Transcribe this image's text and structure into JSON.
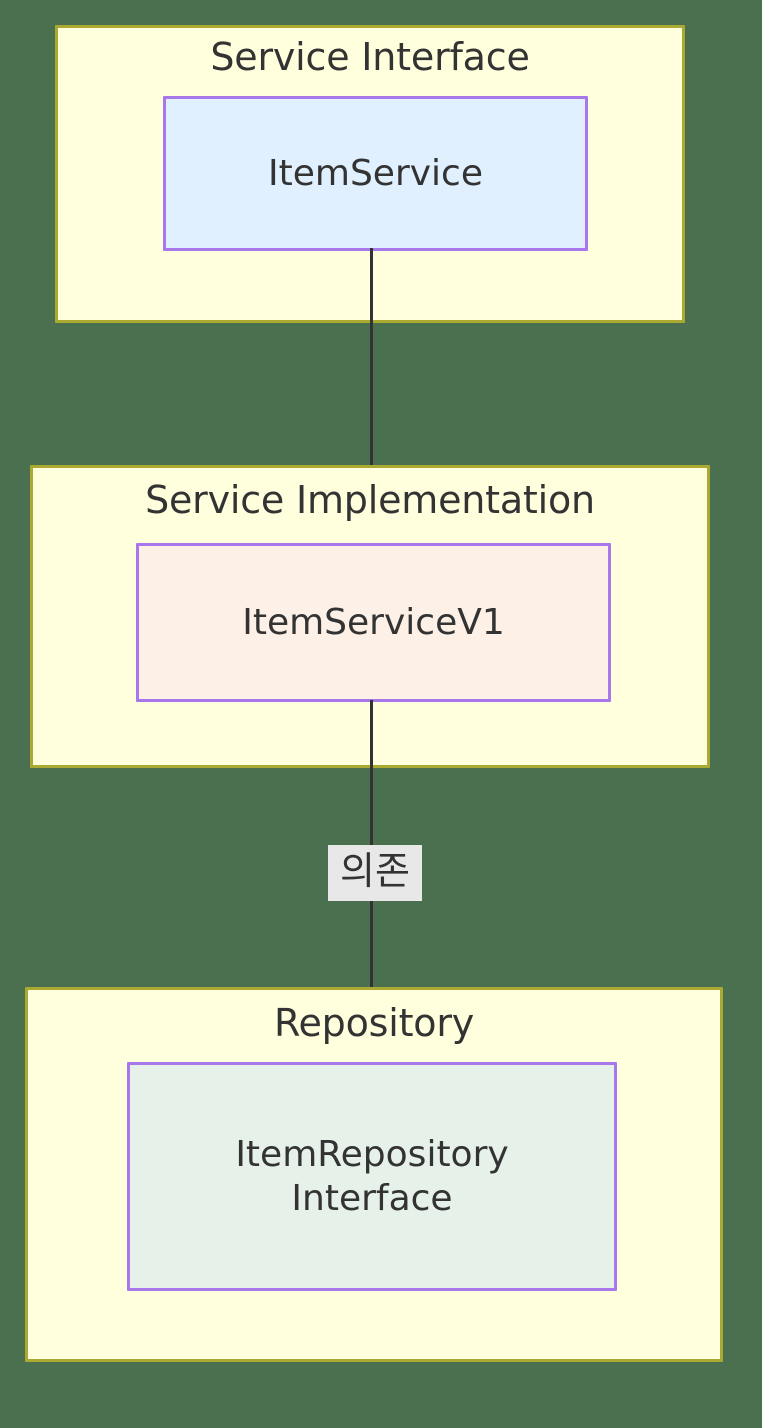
{
  "diagram": {
    "type": "flowchart",
    "direction": "top-down",
    "background_color": "#4a7050",
    "cluster_fill": "#ffffde",
    "cluster_border": "#aaaa33",
    "node_border": "#a877ec",
    "edge_color": "#333333",
    "text_color": "#333333",
    "clusters": [
      {
        "id": "service-interface",
        "title": "Service Interface",
        "node": {
          "id": "item-service",
          "label": "ItemService",
          "fill": "#e0f0fe"
        }
      },
      {
        "id": "service-implementation",
        "title": "Service Implementation",
        "node": {
          "id": "item-service-v1",
          "label": "ItemServiceV1",
          "fill": "#fdf0e6"
        }
      },
      {
        "id": "repository",
        "title": "Repository",
        "node": {
          "id": "item-repository-interface",
          "label_line1": "ItemRepository",
          "label_line2": "Interface",
          "fill": "#e6f2e9"
        }
      }
    ],
    "edges": [
      {
        "id": "edge-service-to-impl",
        "from": "item-service",
        "to": "item-service-v1",
        "label": "",
        "arrow": "down"
      },
      {
        "id": "edge-impl-to-repository",
        "from": "item-service-v1",
        "to": "item-repository-interface",
        "label": "의존",
        "arrow": "down"
      }
    ]
  }
}
